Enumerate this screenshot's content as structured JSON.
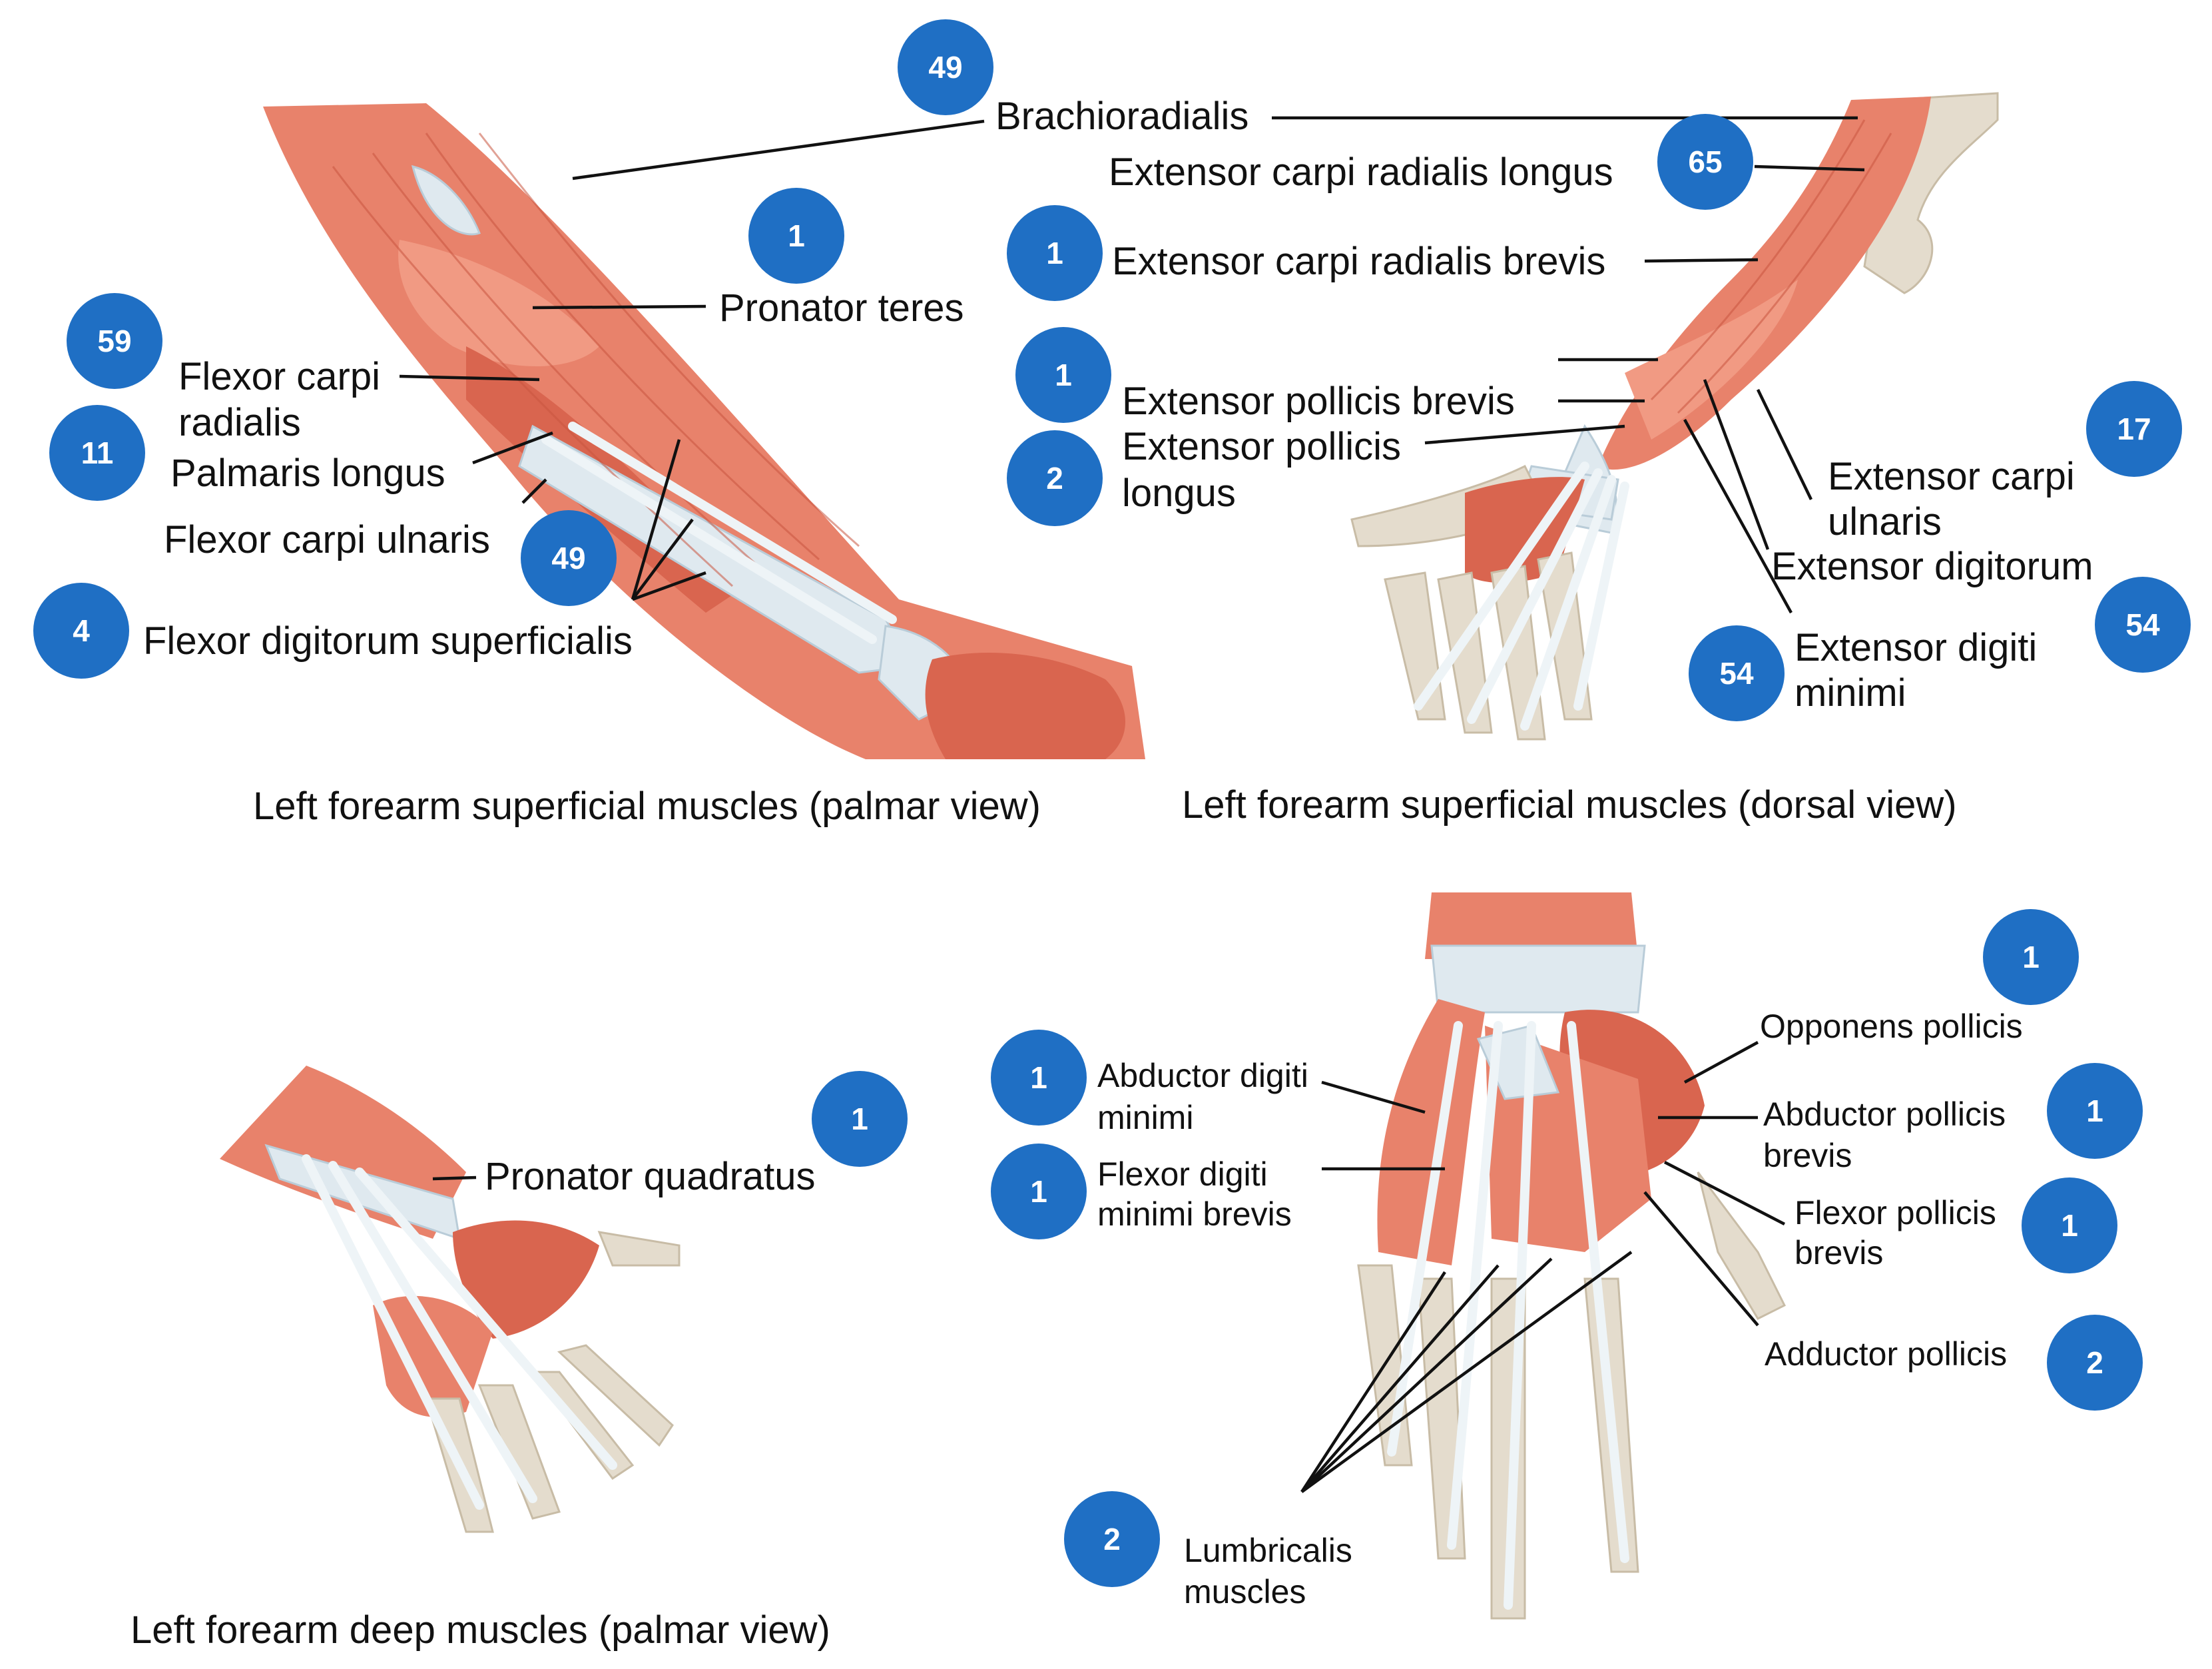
{
  "colors": {
    "badge": "#1f6fc4",
    "muscle": "#e8826b",
    "tendon": "#dfe9ef",
    "bone": "#e4dccd"
  },
  "panels": {
    "palmar_superficial": {
      "caption": "Left forearm superficial muscles (palmar view)",
      "labels": {
        "brachioradialis": "Brachioradialis",
        "pronator_teres": "Pronator teres",
        "fcr_1": "Flexor carpi",
        "fcr_2": "radialis",
        "palmaris_longus": "Palmaris longus",
        "fcu": "Flexor carpi ulnaris",
        "fds": "Flexor digitorum superficialis"
      },
      "badges": {
        "b49_top": "49",
        "b1": "1",
        "b59": "59",
        "b11": "11",
        "b49_mid": "49",
        "b4": "4"
      }
    },
    "dorsal_superficial": {
      "caption": "Left forearm superficial muscles (dorsal view)",
      "labels": {
        "ecrl": "Extensor carpi radialis longus",
        "ecrb": "Extensor carpi radialis brevis",
        "epb": "Extensor pollicis brevis",
        "epl_1": "Extensor pollicis",
        "epl_2": "longus",
        "ecu_1": "Extensor carpi",
        "ecu_2": "ulnaris",
        "ed": "Extensor digitorum",
        "edm_1": "Extensor digiti",
        "edm_2": "minimi"
      },
      "badges": {
        "b65": "65",
        "b1_a": "1",
        "b1_b": "1",
        "b2": "2",
        "b17": "17",
        "b54_right": "54",
        "b54_mid": "54"
      }
    },
    "palmar_deep": {
      "caption": "Left forearm deep muscles (palmar view)",
      "labels": {
        "pronator_quadratus": "Pronator quadratus"
      },
      "badges": {
        "b1": "1"
      }
    },
    "hand": {
      "labels": {
        "adm_1": "Abductor digiti",
        "adm_2": "minimi",
        "fdmb_1": "Flexor digiti",
        "fdmb_2": "minimi brevis",
        "opponens": "Opponens pollicis",
        "apb_1": "Abductor pollicis",
        "apb_2": "brevis",
        "fpb_1": "Flexor pollicis",
        "fpb_2": "brevis",
        "adductor": "Adductor pollicis",
        "lumb_1": "Lumbricalis",
        "lumb_2": "muscles"
      },
      "badges": {
        "b1_adm": "1",
        "b1_fdmb": "1",
        "b1_opp": "1",
        "b1_apb": "1",
        "b1_fpb": "1",
        "b2_add": "2",
        "b2_lumb": "2"
      }
    }
  }
}
